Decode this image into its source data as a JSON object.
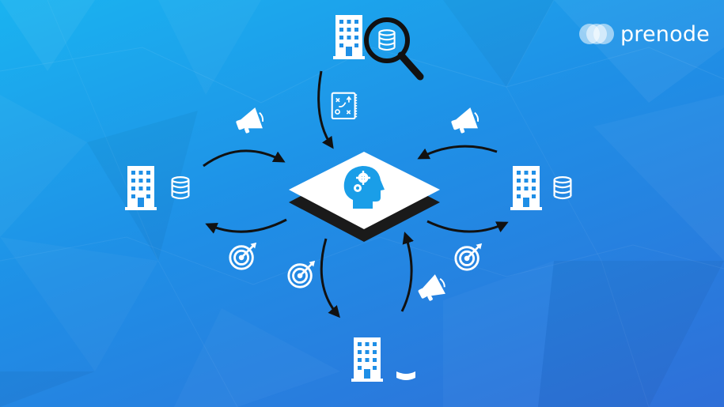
{
  "brand": {
    "name": "prenode",
    "logo_icon": "overlapping-circles-logo"
  },
  "colors": {
    "background_top": "#1ab3f0",
    "background_bottom": "#2f6fd8",
    "icon": "#ffffff",
    "arrow": "#111111",
    "platform_top": "#ffffff",
    "platform_base": "#1a1a1a",
    "accent": "#1a9ee8"
  },
  "diagram": {
    "center": {
      "icon": "brain-gears-head-icon",
      "kind": "central-platform"
    },
    "nodes": [
      {
        "id": "top",
        "icons": [
          "building-icon",
          "database-search-icon"
        ]
      },
      {
        "id": "left",
        "icons": [
          "building-icon",
          "database-icon"
        ]
      },
      {
        "id": "right",
        "icons": [
          "building-icon",
          "database-icon"
        ]
      },
      {
        "id": "bottom",
        "icons": [
          "building-icon",
          "database-icon"
        ]
      }
    ],
    "flow_icons": [
      "strategy-board-icon",
      "megaphone-icon",
      "target-icon"
    ]
  }
}
